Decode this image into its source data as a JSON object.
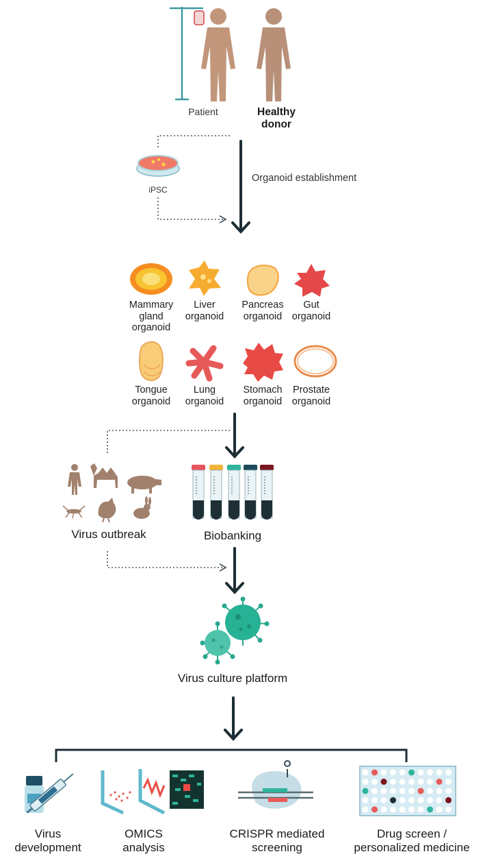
{
  "donors": {
    "patient": "Patient",
    "healthy_donor": "Healthy donor"
  },
  "ipsc": "iPSC",
  "step_organoid": "Organoid establishment",
  "organoids": [
    {
      "key": "mammary",
      "label": "Mammary\ngland\norganoid"
    },
    {
      "key": "liver",
      "label": "Liver\norganoid"
    },
    {
      "key": "pancreas",
      "label": "Pancreas\norganoid"
    },
    {
      "key": "gut",
      "label": "Gut\norganoid"
    },
    {
      "key": "tongue",
      "label": "Tongue\norganoid"
    },
    {
      "key": "lung",
      "label": "Lung\norganoid"
    },
    {
      "key": "stomach",
      "label": "Stomach\norganoid"
    },
    {
      "key": "prostate",
      "label": "Prostate\norganoid"
    }
  ],
  "virus_outbreak": "Virus outbreak",
  "biobanking": "Biobanking",
  "virus_culture_platform": "Virus culture platform",
  "applications": [
    {
      "key": "virus-development",
      "label": "Virus\ndevelopment"
    },
    {
      "key": "omics-analysis",
      "label": "OMICS\nanalysis"
    },
    {
      "key": "crispr-screening",
      "label": "CRISPR mediated\nscreening"
    },
    {
      "key": "drug-screen",
      "label": "Drug screen /\npersonalized medicine"
    }
  ],
  "colors": {
    "arrow": "#1d2d35",
    "skin": "#c2967a",
    "animal": "#a1816d",
    "teal": "#2fb59c",
    "red": "#e2433f",
    "orange": "#f59a23"
  }
}
